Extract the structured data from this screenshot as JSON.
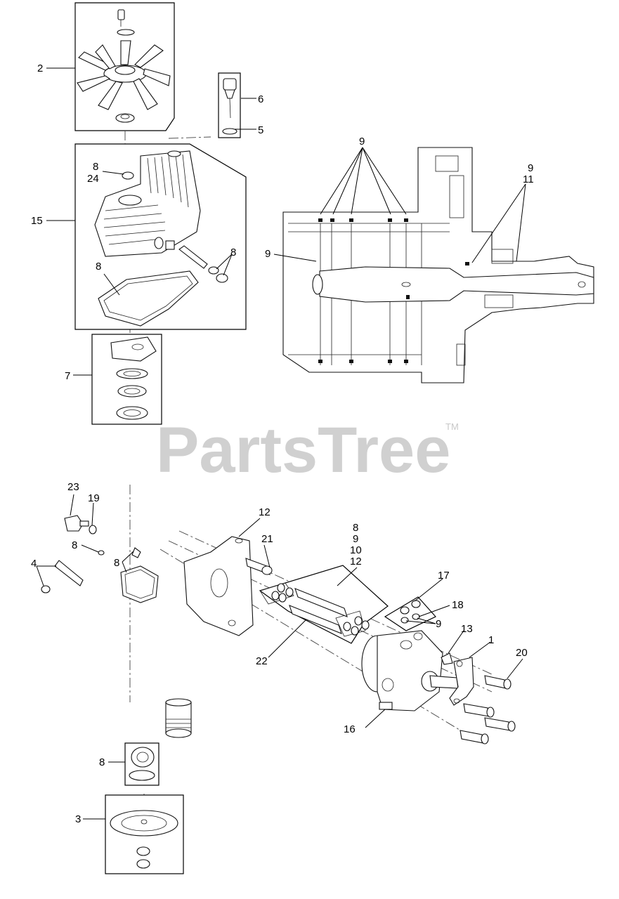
{
  "watermark": {
    "brand": "PartsTree",
    "tm": "TM"
  },
  "callouts": [
    {
      "id": "c-2",
      "text": "2"
    },
    {
      "id": "c-6",
      "text": "6"
    },
    {
      "id": "c-5",
      "text": "5"
    },
    {
      "id": "c-8a",
      "text": "8"
    },
    {
      "id": "c-24",
      "text": "24"
    },
    {
      "id": "c-15",
      "text": "15"
    },
    {
      "id": "c-8b",
      "text": "8"
    },
    {
      "id": "c-8c",
      "text": "8"
    },
    {
      "id": "c-7",
      "text": "7"
    },
    {
      "id": "c-9top",
      "text": "9"
    },
    {
      "id": "c-9r",
      "text": "9"
    },
    {
      "id": "c-11",
      "text": "11"
    },
    {
      "id": "c-9l",
      "text": "9"
    },
    {
      "id": "c-23",
      "text": "23"
    },
    {
      "id": "c-19",
      "text": "19"
    },
    {
      "id": "c-8d",
      "text": "8"
    },
    {
      "id": "c-4",
      "text": "4"
    },
    {
      "id": "c-8e",
      "text": "8"
    },
    {
      "id": "c-12a",
      "text": "12"
    },
    {
      "id": "c-21",
      "text": "21"
    },
    {
      "id": "c-8f",
      "text": "8"
    },
    {
      "id": "c-9g",
      "text": "9"
    },
    {
      "id": "c-10",
      "text": "10"
    },
    {
      "id": "c-12b",
      "text": "12"
    },
    {
      "id": "c-17",
      "text": "17"
    },
    {
      "id": "c-18",
      "text": "18"
    },
    {
      "id": "c-9h",
      "text": "9"
    },
    {
      "id": "c-13",
      "text": "13"
    },
    {
      "id": "c-1",
      "text": "1"
    },
    {
      "id": "c-20",
      "text": "20"
    },
    {
      "id": "c-22",
      "text": "22"
    },
    {
      "id": "c-16",
      "text": "16"
    },
    {
      "id": "c-8g",
      "text": "8"
    },
    {
      "id": "c-3",
      "text": "3"
    }
  ]
}
